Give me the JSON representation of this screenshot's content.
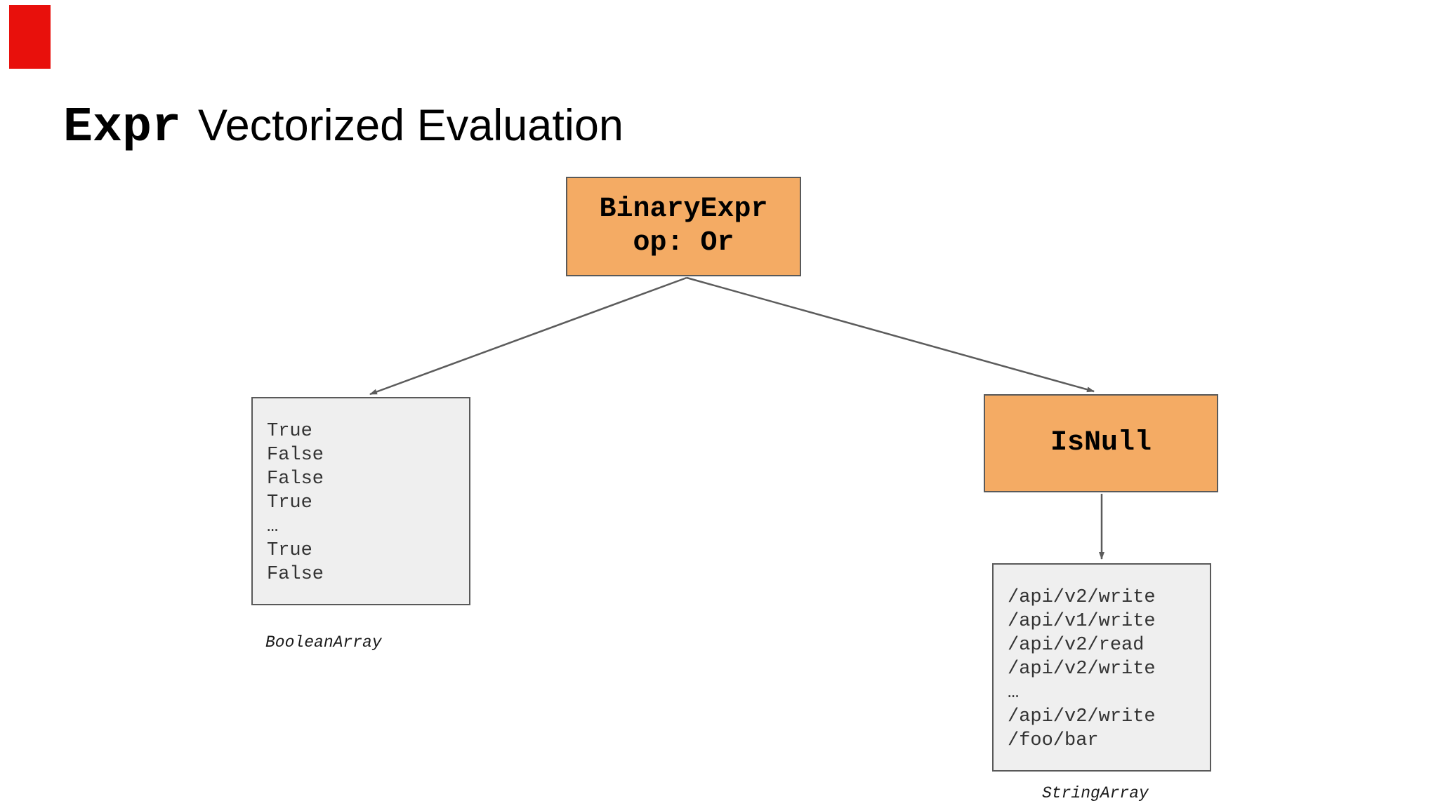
{
  "slide": {
    "title": {
      "code": "Expr",
      "text": "Vectorized Evaluation"
    },
    "colors": {
      "accent_bar": "#e8100c",
      "node_fill_orange": "#f4ab64",
      "node_fill_gray": "#efefef",
      "node_border": "#595959",
      "arrow": "#5c5c5c"
    }
  },
  "diagram": {
    "nodes": {
      "binary_expr": {
        "line1": "BinaryExpr",
        "line2": "op: Or"
      },
      "is_null": {
        "label": "IsNull"
      },
      "boolean_array": {
        "lines": [
          "True",
          "False",
          "False",
          "True",
          "…",
          "True",
          "False"
        ],
        "label": "BooleanArray"
      },
      "string_array": {
        "lines": [
          "/api/v2/write",
          "/api/v1/write",
          "/api/v2/read",
          "/api/v2/write",
          "…",
          "/api/v2/write",
          "/foo/bar"
        ],
        "label": "StringArray"
      }
    },
    "edges": [
      {
        "from": "binary_expr",
        "to": "boolean_array"
      },
      {
        "from": "binary_expr",
        "to": "is_null"
      },
      {
        "from": "is_null",
        "to": "string_array"
      }
    ]
  }
}
